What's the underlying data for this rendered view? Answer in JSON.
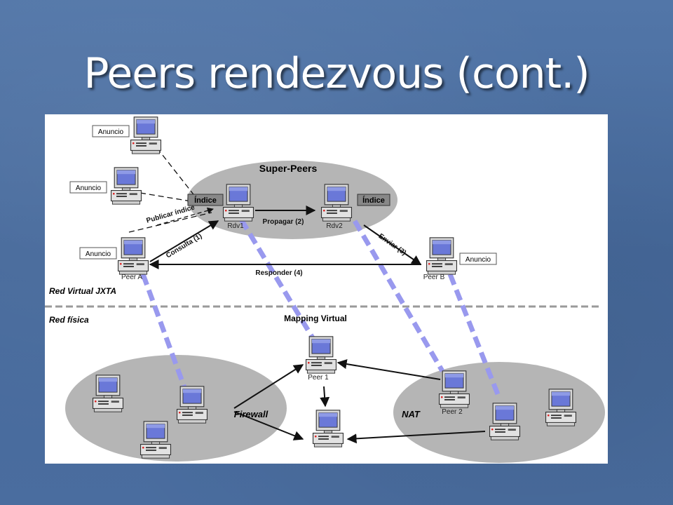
{
  "slide": {
    "title": "Peers rendezvous (cont.)"
  },
  "diagram": {
    "super_peers_label": "Super-Peers",
    "indice_label": "Índice",
    "anuncio_label": "Anuncio",
    "publicar_label": "Publicar índice",
    "consulta_label": "Consulta  (1)",
    "propagar_label": "Propagar (2)",
    "enviar_label": "Enviar (3)",
    "responder_label": "Responder (4)",
    "rdv1_label": "Rdv1",
    "rdv2_label": "Rdv2",
    "peer_a_label": "Peer A",
    "peer_b_label": "Peer B",
    "red_virtual_label": "Red Virtual JXTA",
    "red_fisica_label": "Red física",
    "mapping_label": "Mapping Virtual",
    "peer1_label": "Peer 1",
    "peer2_label": "Peer 2",
    "firewall_label": "Firewall",
    "nat_label": "NAT",
    "colors": {
      "ellipse": "#b5b5b5",
      "mapping_line": "#9999ee",
      "monitor_screen": "#6677dd"
    }
  }
}
